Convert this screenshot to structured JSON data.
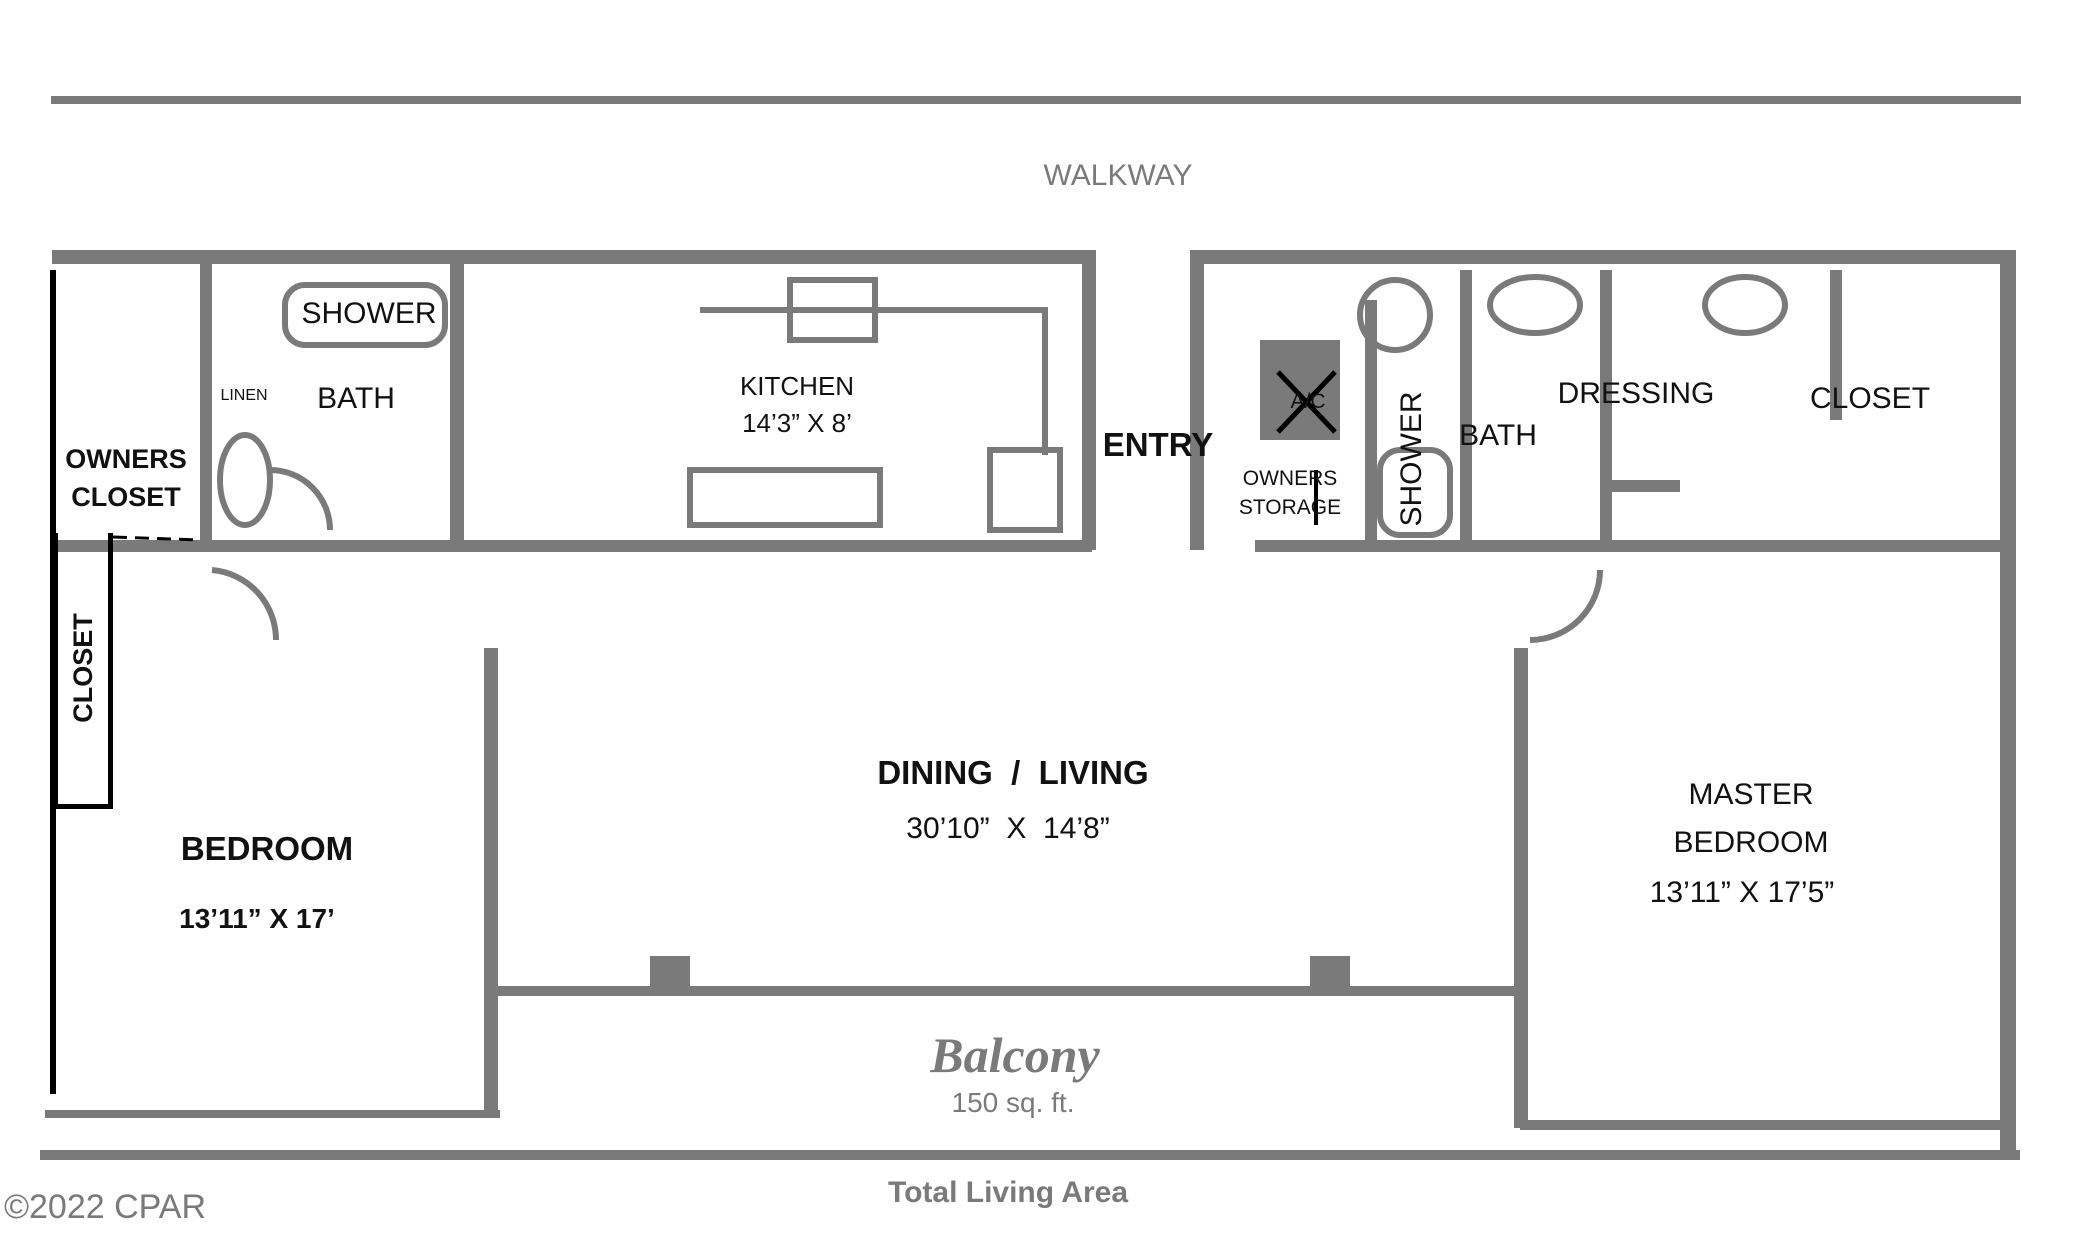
{
  "labels": {
    "walkway": "WALKWAY",
    "shower_left": "SHOWER",
    "linen": "LINEN",
    "bath_left": "BATH",
    "kitchen": "KITCHEN",
    "kitchen_dims": "14’3” X 8’",
    "owners_closet_1": "OWNERS",
    "owners_closet_2": "CLOSET",
    "closet_left": "CLOSET",
    "entry": "ENTRY",
    "ac": "A/C",
    "owners_storage_1": "OWNERS",
    "owners_storage_2": "STORAGE",
    "shower_right": "SHOWER",
    "bath_right": "BATH",
    "dressing": "DRESSING",
    "closet_right": "CLOSET",
    "dining_living": "DINING  /  LIVING",
    "dining_dims": "30’10”  X  14’8”",
    "master_1": "MASTER",
    "master_2": "BEDROOM",
    "master_dims": "13’11” X 17’5”",
    "bedroom": "BEDROOM",
    "bedroom_dims": "13’11” X 17’",
    "balcony": "Balcony",
    "balcony_area": "150 sq. ft.",
    "total_living": "Total Living Area",
    "copyright": "©2022 CPAR"
  },
  "colors": {
    "walls": "#7a7a7a",
    "text": "#111111"
  }
}
